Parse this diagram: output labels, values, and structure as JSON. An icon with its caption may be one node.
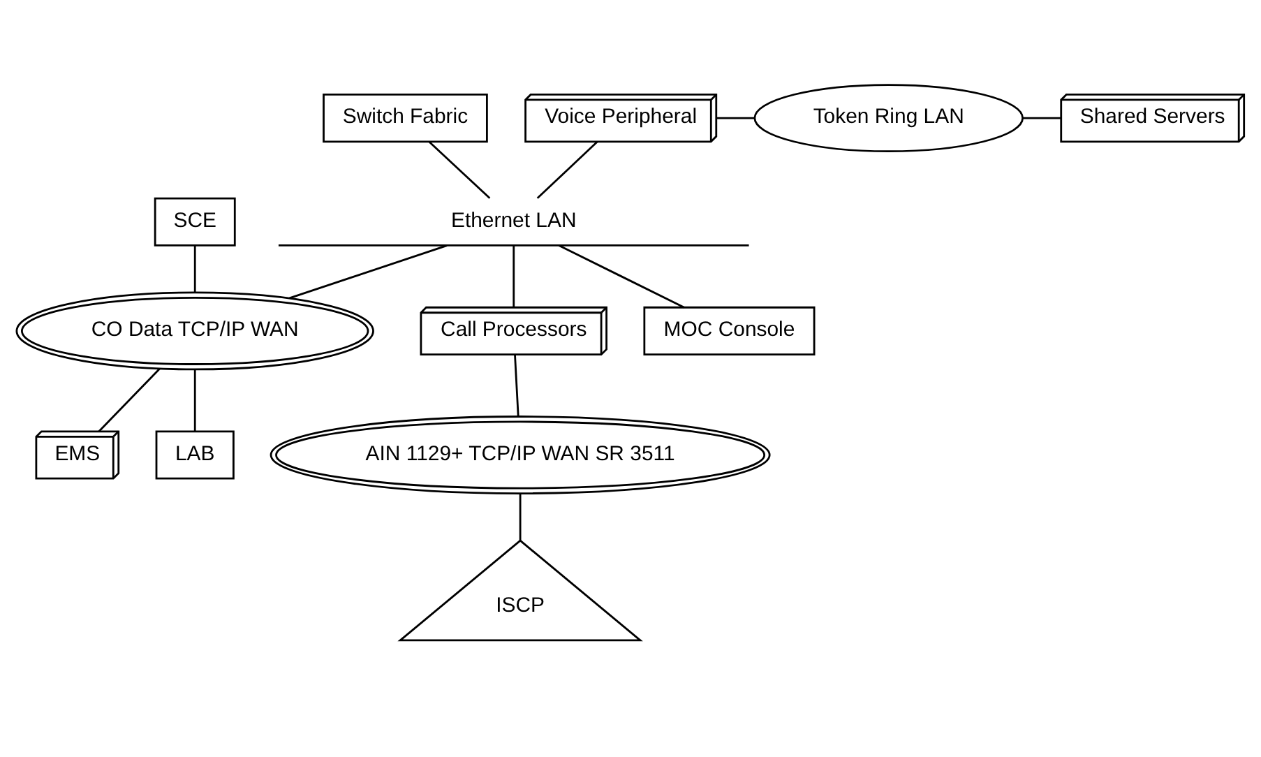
{
  "diagram": {
    "nodes": [
      {
        "text": [
          "Switch Fabric"
        ]
      },
      {
        "text": [
          "Voice Peripheral"
        ]
      },
      {
        "text": [
          "Token Ring LAN"
        ]
      },
      {
        "text": [
          "Shared Servers"
        ]
      },
      {
        "text": [
          "SCE"
        ]
      },
      {
        "text": [
          "Ethernet LAN"
        ]
      },
      {
        "text": [
          "CO Data TCP/IP WAN"
        ]
      },
      {
        "text": [
          "Call Processors"
        ]
      },
      {
        "text": [
          "MOC Console"
        ]
      },
      {
        "text": [
          "EMS"
        ]
      },
      {
        "text": [
          "LAB"
        ]
      },
      {
        "text": [
          "AIN 1129+ TCP/IP WAN SR 3511"
        ]
      },
      {
        "text": [
          "ISCP"
        ]
      }
    ],
    "edges": [
      {
        "from": 0,
        "to": 5,
        "arrow": "none"
      },
      {
        "from": 1,
        "to": 5,
        "arrow": "none"
      },
      {
        "from": 1,
        "to": 2,
        "arrow": "none"
      },
      {
        "from": 2,
        "to": 3,
        "arrow": "none"
      },
      {
        "from": 5,
        "to": 7,
        "arrow": "none"
      },
      {
        "from": 5,
        "to": 8,
        "arrow": "none"
      },
      {
        "from": 5,
        "to": 6,
        "arrow": "none"
      },
      {
        "from": 4,
        "to": 6,
        "arrow": "none"
      },
      {
        "from": 6,
        "to": 9,
        "arrow": "none"
      },
      {
        "from": 6,
        "to": 10,
        "arrow": "none"
      },
      {
        "from": 7,
        "to": 11,
        "arrow": "none"
      },
      {
        "from": 11,
        "to": 12,
        "arrow": "none"
      }
    ]
  }
}
